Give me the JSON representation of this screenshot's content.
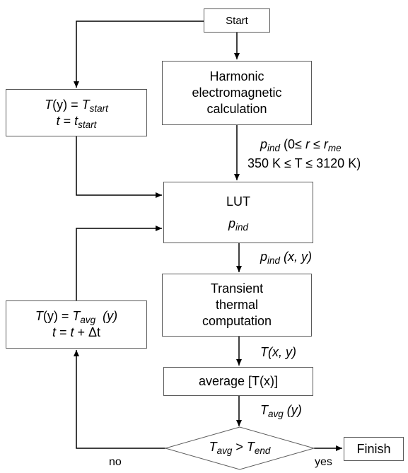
{
  "nodes": {
    "start": {
      "label": "Start"
    },
    "harmonic": {
      "lines": [
        "Harmonic",
        "electromagnetic",
        "calculation"
      ]
    },
    "init": {
      "line1": {
        "var": "T",
        "arg": "(y)",
        "eq": " = ",
        "rhs": "T",
        "rhs_sub": "start"
      },
      "line2": {
        "var": "t",
        "eq": " = ",
        "rhs": "t",
        "rhs_sub": "start"
      }
    },
    "lut": {
      "title": "LUT",
      "sym": "p",
      "sym_sub": "ind"
    },
    "transient": {
      "lines": [
        "Transient",
        "thermal",
        "computation"
      ]
    },
    "update": {
      "line1": {
        "var": "T",
        "arg": "(y)",
        "eq": " = ",
        "rhs": "T",
        "rhs_sub": "avg",
        "tail": "  (y)"
      },
      "line2": {
        "var": "t",
        "eq": " = ",
        "rhs": "t",
        "op": " + ",
        "delta": "Δt"
      }
    },
    "average": {
      "label": "average [T(x)]"
    },
    "decision": {
      "left": "T",
      "left_sub": "avg",
      "op": " > ",
      "right": "T",
      "right_sub": "end"
    },
    "finish": {
      "label": "Finish"
    }
  },
  "edges": {
    "pind_range": {
      "sym": "p",
      "sub": "ind",
      "open": " (0",
      "le1": "≤ ",
      "r": "r",
      "le2": " ≤ ",
      "rme": "r",
      "rme_sub": "me",
      "line2": "350 K ≤ T ≤ 3120 K)"
    },
    "pind_xy": {
      "sym": "p",
      "sub": "ind",
      "args": " (x, y)"
    },
    "txy": {
      "sym": "T",
      "args": "(x, y)"
    },
    "tavg_y": {
      "sym": "T",
      "sub": "avg",
      "args": " (y)"
    },
    "no": "no",
    "yes": "yes"
  }
}
